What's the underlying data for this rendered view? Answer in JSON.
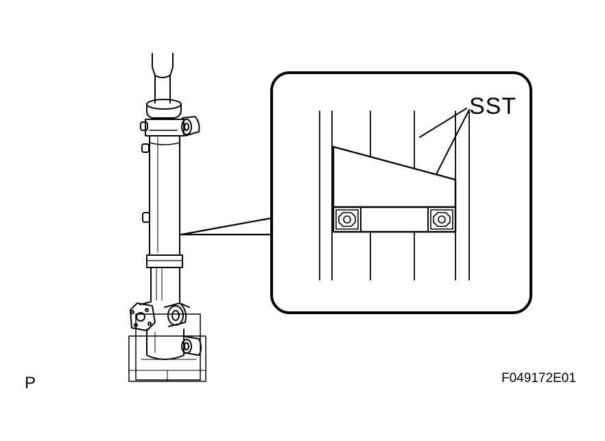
{
  "labels": {
    "tool": "SST",
    "corner_mark": "P",
    "figure_code": "F049172E01"
  },
  "colors": {
    "ink": "#000000",
    "paper": "#ffffff",
    "shade": "#c8c8c8"
  }
}
